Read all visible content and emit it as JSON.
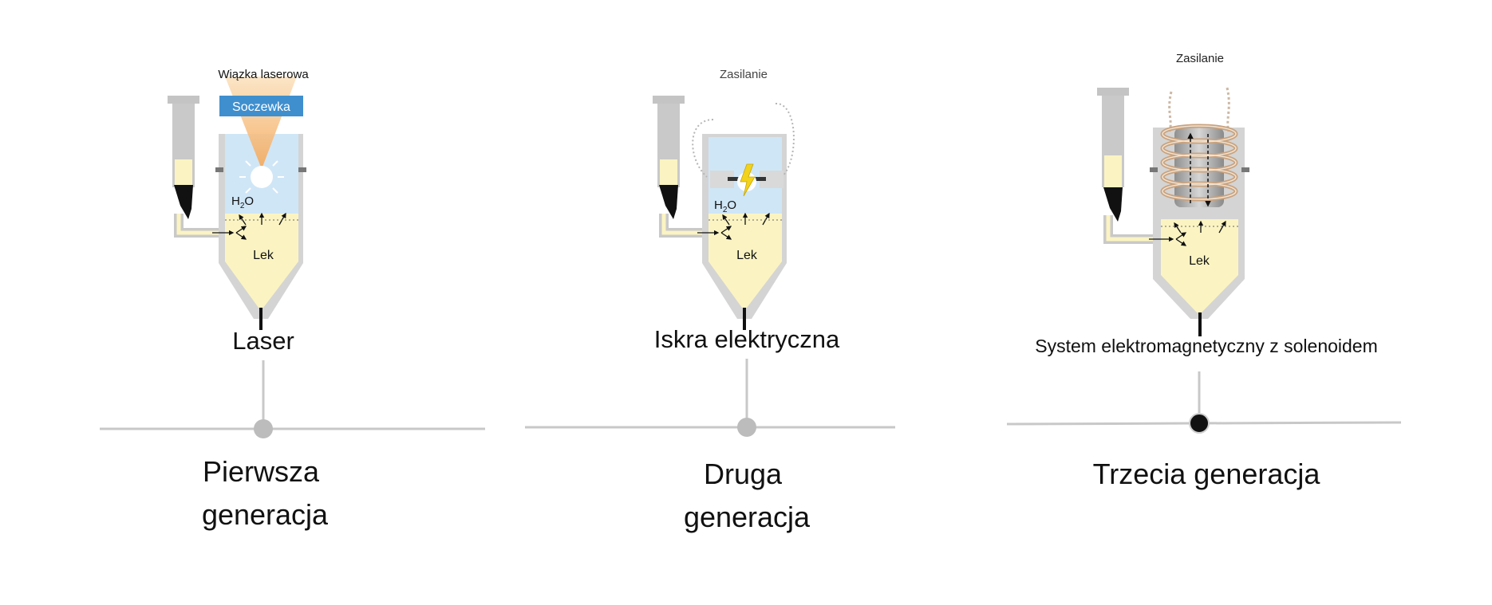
{
  "generations": [
    {
      "id": "first",
      "method": "Laser",
      "generation": [
        "Pierwsza",
        "generacja"
      ],
      "labels": {
        "top": "Wiązka laserowa",
        "lens": "Soczewka",
        "water": "H2O",
        "drug": "Lek"
      },
      "marker": "gray"
    },
    {
      "id": "second",
      "method": "Iskra elektryczna",
      "generation": [
        "Druga",
        "generacja"
      ],
      "labels": {
        "top": "Zasilanie",
        "water": "H2O",
        "drug": "Lek"
      },
      "marker": "gray"
    },
    {
      "id": "third",
      "method": "System elektromagnetyczny z solenoidem",
      "generation": [
        "Trzecia generacja"
      ],
      "labels": {
        "top": "Zasilanie",
        "drug": "Lek"
      },
      "marker": "black"
    }
  ],
  "colors": {
    "water": "#cfe6f7",
    "drug": "#fbf4c2",
    "lens": "#3f8fcf",
    "laser": "#f6b36b",
    "device": "#bdbdbd",
    "timeline": "#c8c8c8",
    "marker_gray": "#bcbcbc",
    "marker_black": "#111111",
    "spark": "#f2d21b"
  }
}
